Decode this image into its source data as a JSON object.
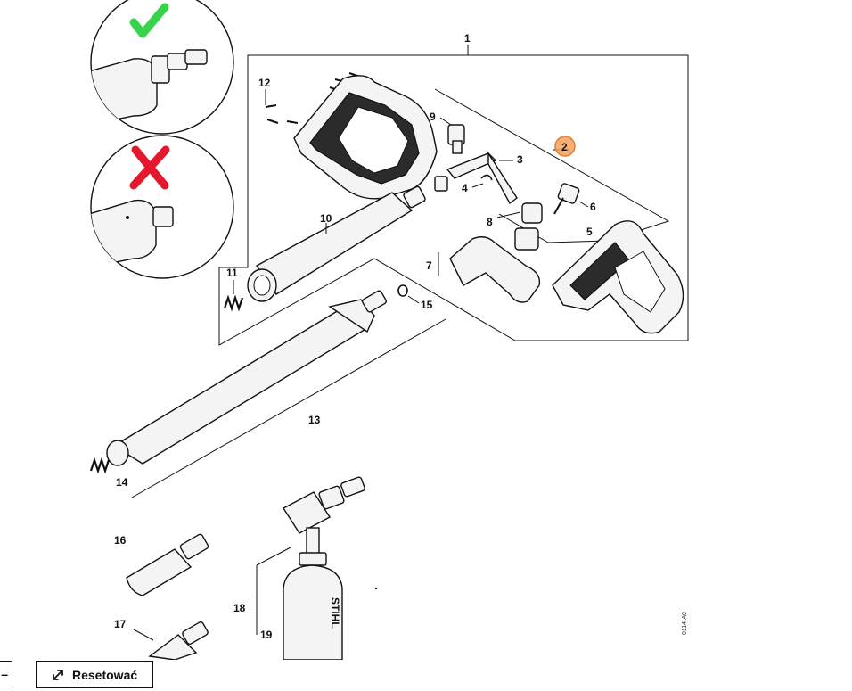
{
  "diagram": {
    "callouts": {
      "c1": "1",
      "c2": "2",
      "c3": "3",
      "c4": "4",
      "c5": "5",
      "c6": "6",
      "c7": "7",
      "c8": "8",
      "c9": "9",
      "c10": "10",
      "c11": "11",
      "c12": "12",
      "c13": "13",
      "c14": "14",
      "c15": "15",
      "c16": "16",
      "c17": "17",
      "c18": "18",
      "c19": "19"
    },
    "highlight_color": "#f5a25d",
    "ok_mark_color": "#37d34a",
    "bad_mark_color": "#e3182d",
    "bottle_brand": "STIHL",
    "edge_code": "0114-A0"
  },
  "toolbar": {
    "minus_label": "–",
    "reset_label": "Resetować",
    "reset_icon": "expand-arrows-icon"
  }
}
